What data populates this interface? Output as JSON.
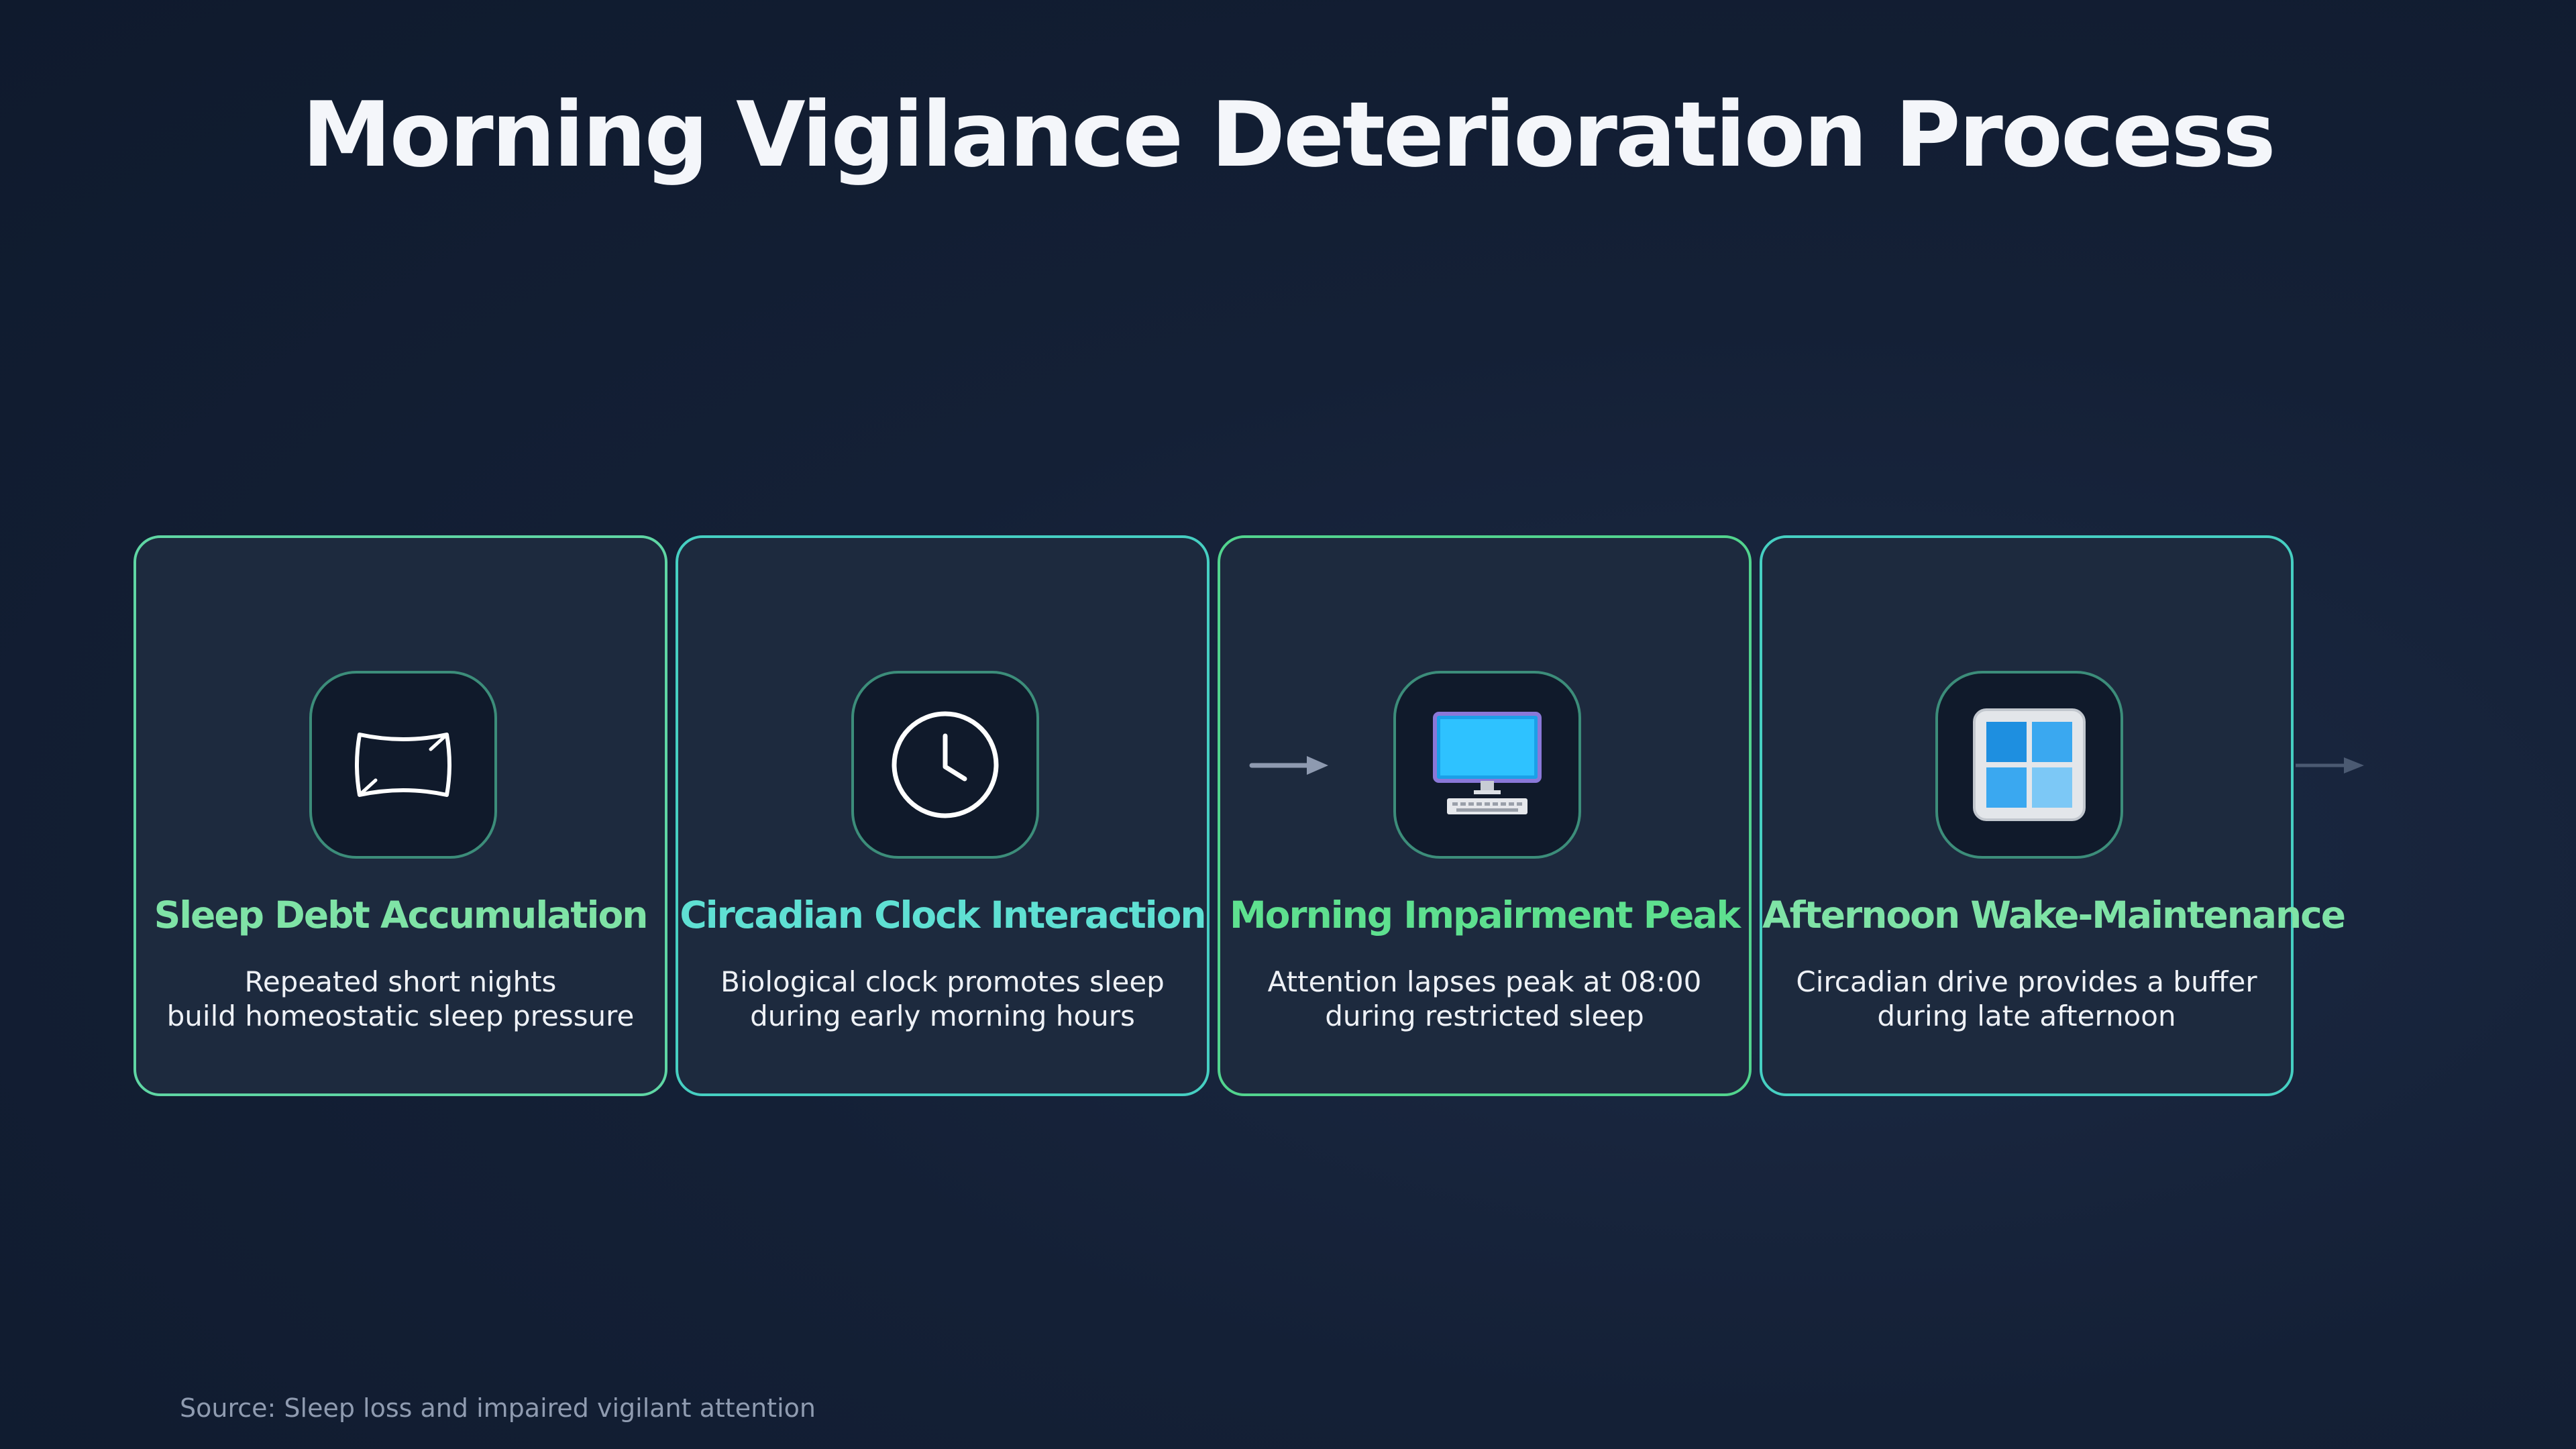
{
  "title": "Morning Vigilance Deterioration Process",
  "colors": {
    "green": "#7fe3a6",
    "teal": "#5fe0d3",
    "bright_green": "#5ee08f",
    "card_bg": "#1d2a3e",
    "icon_bg": "#101a2b"
  },
  "steps": [
    {
      "title": "Sleep Debt Accumulation",
      "desc_line1": "Repeated short nights",
      "desc_line2": "build homeostatic sleep pressure",
      "icon": "pillow-icon"
    },
    {
      "title": "Circadian Clock Interaction",
      "desc_line1": "Biological clock promotes sleep",
      "desc_line2": "during early morning hours",
      "icon": "clock-icon"
    },
    {
      "title": "Morning Impairment Peak",
      "desc_line1": "Attention lapses peak at 08:00",
      "desc_line2": "during restricted sleep",
      "icon": "computer-icon"
    },
    {
      "title": "Afternoon Wake-Maintenance",
      "desc_line1": "Circadian drive provides a buffer",
      "desc_line2": "during late afternoon",
      "icon": "window-icon"
    }
  ],
  "source": "Source: Sleep loss and impaired vigilant attention"
}
